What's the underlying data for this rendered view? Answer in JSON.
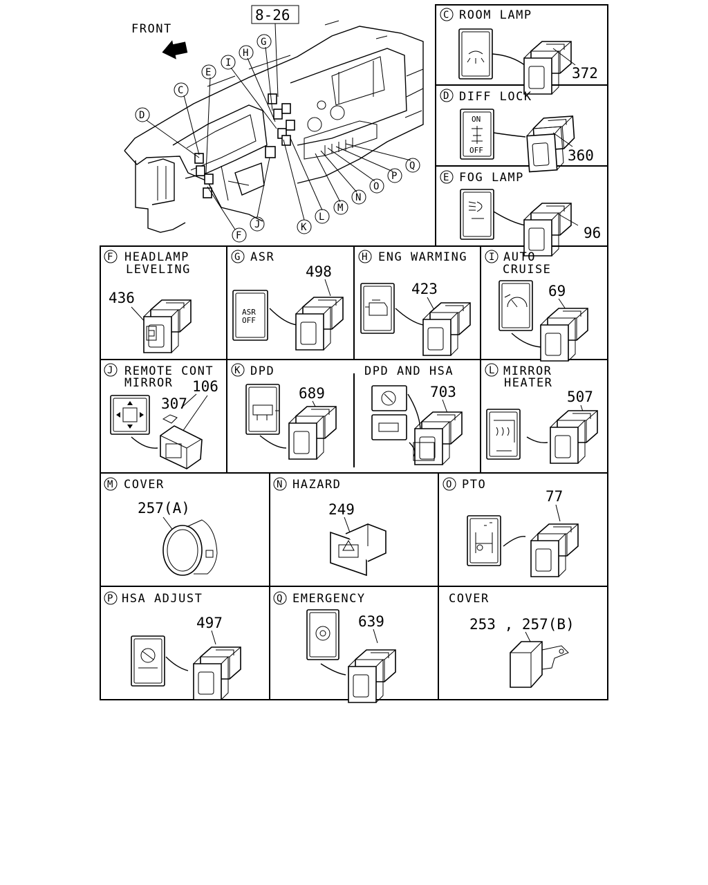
{
  "overview": {
    "front_label": "FRONT",
    "ref_label": "8-26",
    "callouts": [
      "C",
      "D",
      "E",
      "F",
      "G",
      "H",
      "I",
      "J",
      "K",
      "L",
      "M",
      "N",
      "O",
      "P",
      "Q"
    ]
  },
  "panels": {
    "C": {
      "letter": "C",
      "title": "ROOM LAMP",
      "part": "372"
    },
    "D": {
      "letter": "D",
      "title": "DIFF LOCK",
      "part": "360",
      "label_on": "ON",
      "label_off": "OFF"
    },
    "E": {
      "letter": "E",
      "title": "FOG LAMP",
      "part": "96"
    },
    "F": {
      "letter": "F",
      "title_line1": "HEADLAMP",
      "title_line2": "LEVELING",
      "part": "436"
    },
    "G": {
      "letter": "G",
      "title": "ASR",
      "part": "498",
      "face_line1": "ASR",
      "face_line2": "OFF"
    },
    "H": {
      "letter": "H",
      "title": "ENG WARMING",
      "part": "423"
    },
    "I": {
      "letter": "I",
      "title_line1": "AUTO",
      "title_line2": "CRUISE",
      "part": "69"
    },
    "J": {
      "letter": "J",
      "title_line1": "REMOTE CONT",
      "title_line2": "MIRROR",
      "part_a": "106",
      "part_b": "307"
    },
    "K": {
      "letter": "K",
      "title": "DPD",
      "part": "689"
    },
    "K2": {
      "title": "DPD AND HSA",
      "part": "703"
    },
    "L": {
      "letter": "L",
      "title_line1": "MIRROR",
      "title_line2": "HEATER",
      "part": "507"
    },
    "M": {
      "letter": "M",
      "title": "COVER",
      "part": "257(A)"
    },
    "N": {
      "letter": "N",
      "title": "HAZARD",
      "part": "249"
    },
    "O": {
      "letter": "O",
      "title": "PTO",
      "part": "77"
    },
    "P": {
      "letter": "P",
      "title": "HSA ADJUST",
      "part": "497"
    },
    "Q": {
      "letter": "Q",
      "title": "EMERGENCY",
      "part": "639"
    },
    "R": {
      "title": "COVER",
      "part": "253 , 257(B)"
    }
  }
}
